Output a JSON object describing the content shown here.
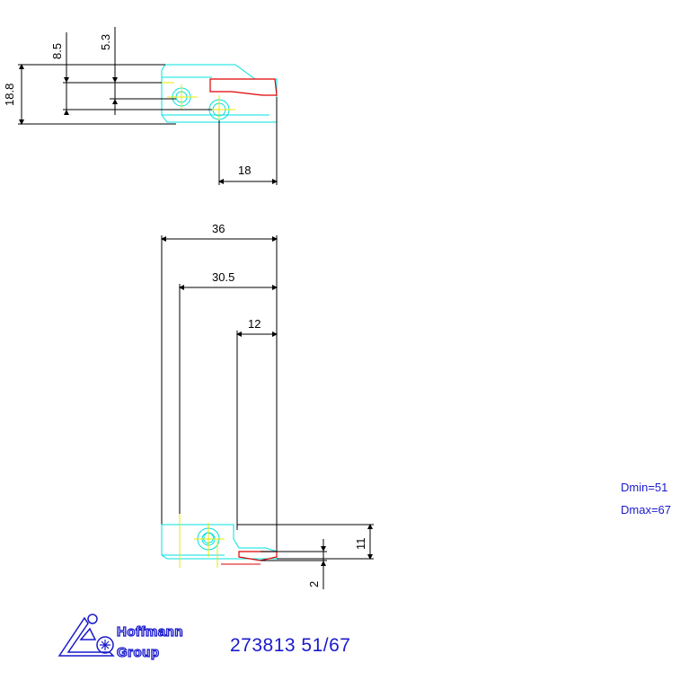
{
  "top_view": {
    "dims": {
      "d8_5": "8.5",
      "d5_3": "5.3",
      "d18_8": "18.8",
      "d18": "18"
    }
  },
  "front_view": {
    "dims": {
      "d36": "36",
      "d30_5": "30.5",
      "d12": "12",
      "d11": "11",
      "d2": "2"
    }
  },
  "notes": {
    "dmin": "Dmin=51",
    "dmax": "Dmax=67"
  },
  "logo": {
    "line1": "Hoffmann",
    "line2": "Group"
  },
  "part_number": "273813 51/67",
  "colors": {
    "outline": "#00e0e0",
    "insert": "#e00000",
    "center": "#e8e800",
    "text": "#1a1acc",
    "dim": "#000000"
  }
}
